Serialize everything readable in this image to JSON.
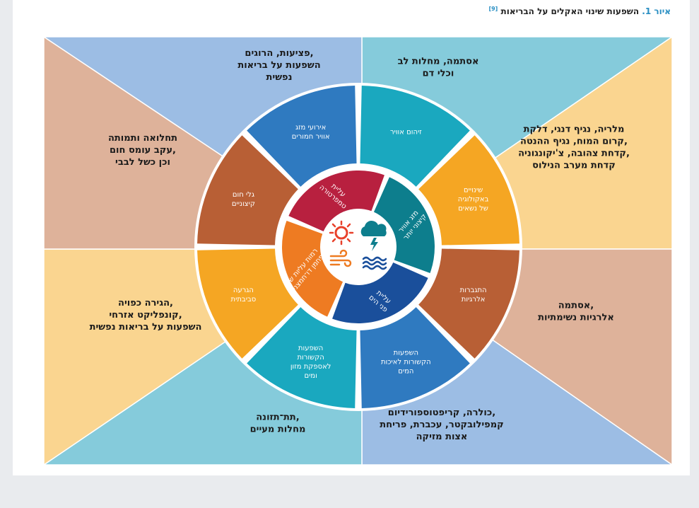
{
  "figure_caption": {
    "figure_label": "איור 1.",
    "title": "השפעות שינוי האקלים על הבריאות",
    "reference": "[9]"
  },
  "outer_effects": [
    {
      "id": "cardio",
      "lines": [
        "אסתמה, מחלות לב",
        "וכלי דם"
      ],
      "color": "#85cbdb"
    },
    {
      "id": "vector",
      "lines": [
        "מלריה, נגיף דנגי, דלקת",
        "קרום המוח, נגיף ההנטה,",
        "קדחת צהובה, צ'יקונגוניה,",
        "קדחת מערב הנילוס"
      ],
      "color": "#fad590"
    },
    {
      "id": "respiratory",
      "lines": [
        "אסתמה,",
        "אלרגיות נשימתיות"
      ],
      "color": "#deb29a"
    },
    {
      "id": "waterborne",
      "lines": [
        "כולרה, קריפטוספורידיום,",
        "קמפילובקטר, עכברת, פריחת",
        "אצות מזיקה"
      ],
      "color": "#9cbde4"
    },
    {
      "id": "malnutrition",
      "lines": [
        "תת־תזונה,",
        "מחלות מעיים"
      ],
      "color": "#85cbdb"
    },
    {
      "id": "migration",
      "lines": [
        "הגירה כפויה,",
        "קונפליקט אזרחי,",
        "השפעות על בריאות נפשית"
      ],
      "color": "#fad590"
    },
    {
      "id": "heat",
      "lines": [
        "תחלואה ותמותה",
        "עקב עומס חום,",
        "וכן כשל לבבי"
      ],
      "color": "#deb29a"
    },
    {
      "id": "injuries",
      "lines": [
        "פציעות, הרוגים,",
        "השפעות על בריאות",
        "נפשית"
      ],
      "color": "#9cbde4"
    }
  ],
  "ring_pathways": [
    {
      "id": "air-pollution",
      "lines": [
        "זיהום אוויר"
      ],
      "color": "#1aa8bf"
    },
    {
      "id": "vector-ecology",
      "lines": [
        "שינויים",
        "באקולוגיה",
        "של נשאים"
      ],
      "color": "#f5a623"
    },
    {
      "id": "allergens",
      "lines": [
        "התגברות",
        "אלרגיות"
      ],
      "color": "#b85f35"
    },
    {
      "id": "water-quality",
      "lines": [
        "השפעות",
        "הקשורות לאיכות",
        "המים"
      ],
      "color": "#2f7ac0"
    },
    {
      "id": "food-water-supply",
      "lines": [
        "השפעות",
        "הקשורות",
        "לאספקת מזון",
        "ומים"
      ],
      "color": "#1aa8bf"
    },
    {
      "id": "environmental-degradation",
      "lines": [
        "הגרעה",
        "סביבתית"
      ],
      "color": "#f5a623"
    },
    {
      "id": "extreme-heat",
      "lines": [
        "גלי חום",
        "קיצוניים"
      ],
      "color": "#b85f35"
    },
    {
      "id": "severe-weather",
      "lines": [
        "אירועי מזג",
        "אוויר חמורים"
      ],
      "color": "#2f7ac0"
    }
  ],
  "core_drivers": [
    {
      "id": "extreme-weather",
      "lines": [
        "מזג אוויר",
        "קיצוני יותר"
      ],
      "color": "#0d7e8d"
    },
    {
      "id": "sea-level-rise",
      "lines": [
        "עליית",
        "פני הים"
      ],
      "color": "#1a4f9b"
    },
    {
      "id": "co2-levels",
      "lines": [
        "רמות עליות של",
        "פחמן דו־חמצני"
      ],
      "color": "#ee7b22"
    },
    {
      "id": "temperature-rise",
      "lines": [
        "עליית",
        "טמפרטורה"
      ],
      "color": "#b8203f"
    }
  ],
  "center_icons": [
    "sun-icon",
    "storm-cloud-icon",
    "wind-icon",
    "waves-icon"
  ],
  "colors": {
    "background": "#e9ebee",
    "caption_accent": "#2a8fc3",
    "center_disc": "#ffffff",
    "sun": "#e8412b",
    "storm": "#0d7e8d",
    "wind": "#ee7b22",
    "waves": "#1a4f9b"
  }
}
